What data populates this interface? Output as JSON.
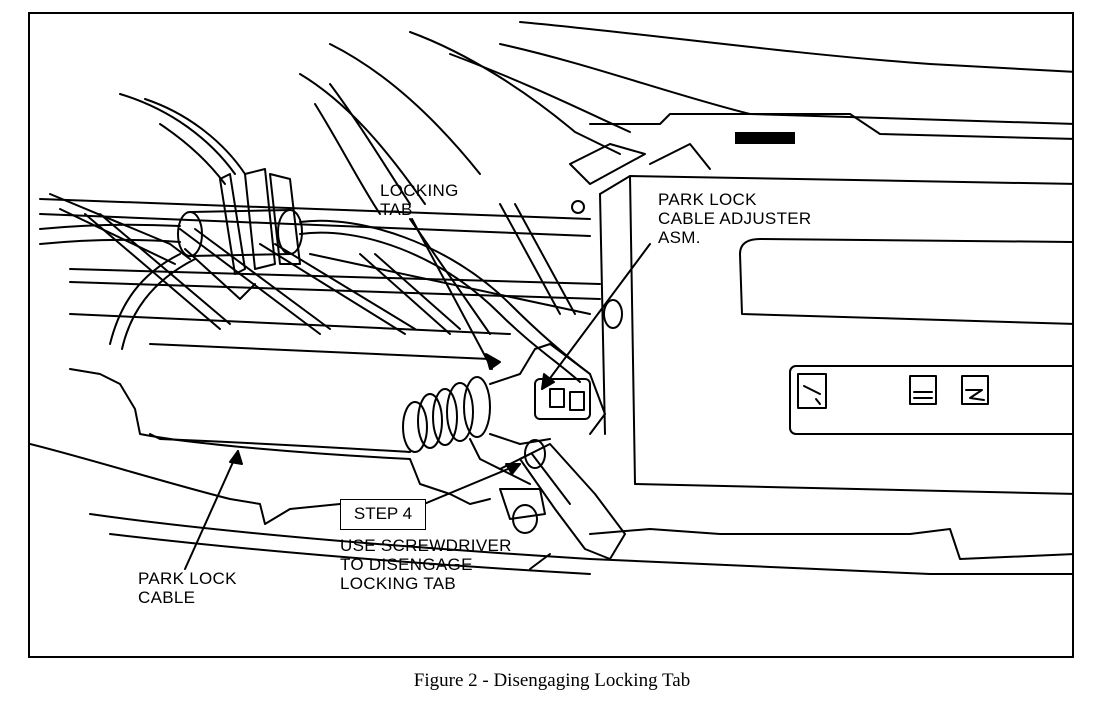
{
  "labels": {
    "locking_tab": [
      "LOCKING",
      "TAB"
    ],
    "adjuster": [
      "PARK LOCK",
      "CABLE ADJUSTER",
      "ASM."
    ],
    "park_lock_cable": [
      "PARK LOCK",
      "CABLE"
    ],
    "step": "STEP 4",
    "instruction": [
      "USE SCREWDRIVER",
      "TO DISENGAGE",
      "LOCKING TAB"
    ]
  },
  "caption": "Figure 2 - Disengaging Locking Tab"
}
